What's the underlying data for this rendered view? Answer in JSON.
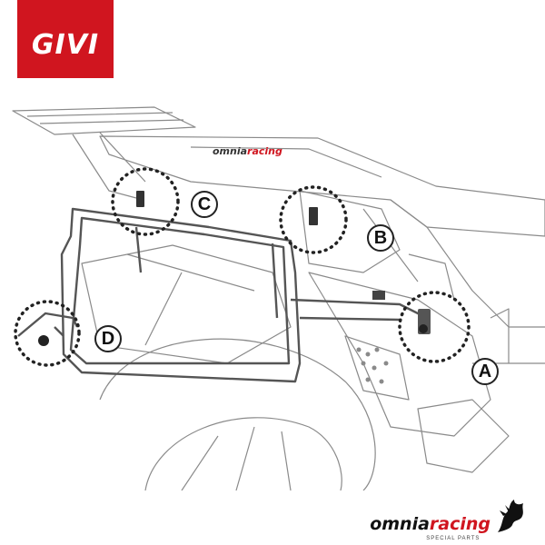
{
  "logo": {
    "text": "GIVI",
    "color": "#d0151f"
  },
  "seat_brand": {
    "part1": "omnia",
    "part2": "racing"
  },
  "callouts": [
    "A",
    "B",
    "C",
    "D"
  ],
  "footer_brand": {
    "part1": "omnia",
    "part2": "racing",
    "tagline": "SPECIAL PARTS"
  },
  "colors": {
    "accent": "#d0151f",
    "line": "#777777",
    "frame": "#555555",
    "dots": "#222222"
  }
}
